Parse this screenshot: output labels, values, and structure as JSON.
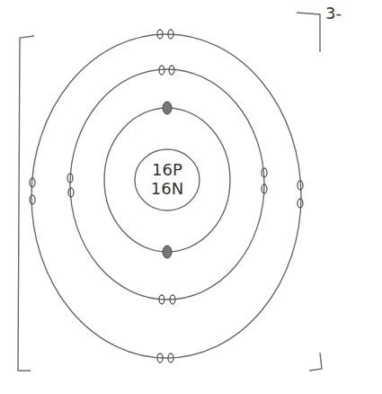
{
  "diagram": {
    "nodes": [
      {
        "text": [
          "16P",
          "16N"
        ]
      }
    ],
    "labels": [
      "3-"
    ]
  }
}
